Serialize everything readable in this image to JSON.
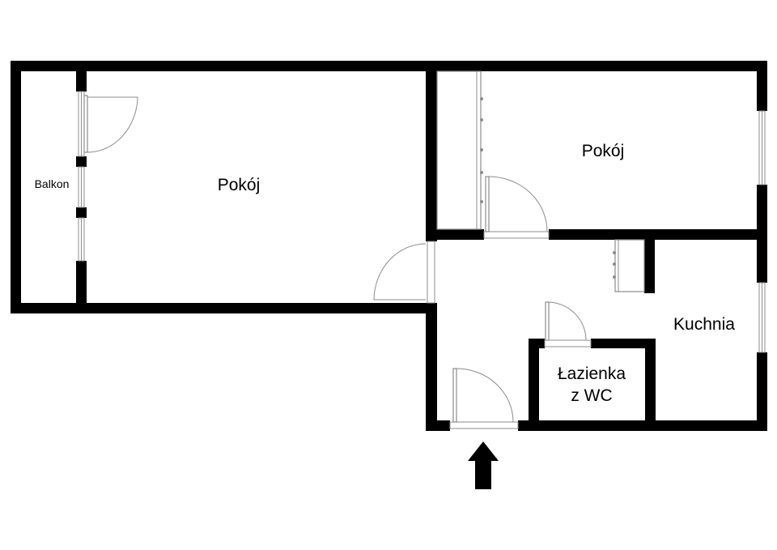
{
  "floor_plan": {
    "rooms": {
      "living_room": "Pokój",
      "bedroom": "Pokój",
      "balcony": "Balkon",
      "kitchen": "Kuchnia",
      "bathroom_line1": "Łazienka",
      "bathroom_line2": "z WC"
    },
    "entrance_indicator": "arrow-up-icon",
    "colors": {
      "wall": "#000000",
      "fixture_line": "#8c8c8c",
      "background": "#ffffff"
    }
  }
}
